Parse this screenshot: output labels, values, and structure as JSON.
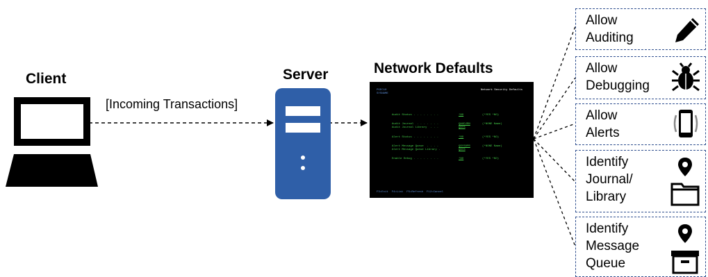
{
  "client": {
    "label": "Client"
  },
  "server": {
    "label": "Server"
  },
  "network": {
    "label": "Network Defaults"
  },
  "connection": {
    "label": "[Incoming Transactions]"
  },
  "terminal": {
    "top_left_1": "PGEC10",
    "top_left_2": "SYSNAME",
    "title": "Network Security Defaults",
    "rows": [
      {
        "label": "Audit Status . . . . . . . .",
        "value": "*NO",
        "hint": "(*YES *NO)"
      },
      {
        "label": "Audit Journal  . . . . . . .",
        "value": "QAUDJRN",
        "hint": "(*NONE Name)"
      },
      {
        "label": "Audit Journal Library  . . .",
        "value": "QSYS",
        "hint": ""
      },
      {
        "label": "Alert Status . . . . . . . .",
        "value": "*NO",
        "hint": "(*YES *NO)"
      },
      {
        "label": "Alert Message Queue  . . . .",
        "value": "QSYSOPR",
        "hint": "(*NONE Name)"
      },
      {
        "label": "Alert Message Queue Library .",
        "value": "QSYS",
        "hint": ""
      },
      {
        "label": "Enable Debug . . . . . . . .",
        "value": "*NO",
        "hint": "(*YES *NO)"
      }
    ],
    "fkeys": "F3=Exit  F4=List  F5=Refresh  F12=Cancel"
  },
  "options": [
    {
      "lines": [
        "Allow",
        "Auditing"
      ],
      "icon": "pencil-icon"
    },
    {
      "lines": [
        "Allow",
        "Debugging"
      ],
      "icon": "bug-icon"
    },
    {
      "lines": [
        "Allow",
        "Alerts"
      ],
      "icon": "phone-icon"
    },
    {
      "lines": [
        "Identify",
        "Journal/",
        "Library"
      ],
      "icon": "pin-folder-icon"
    },
    {
      "lines": [
        "Identify",
        "Message",
        "Queue"
      ],
      "icon": "pin-box-icon"
    }
  ],
  "colors": {
    "server_blue": "#2f5fa8",
    "dash_border": "#2f4f8f",
    "terminal_green": "#46d24a"
  }
}
